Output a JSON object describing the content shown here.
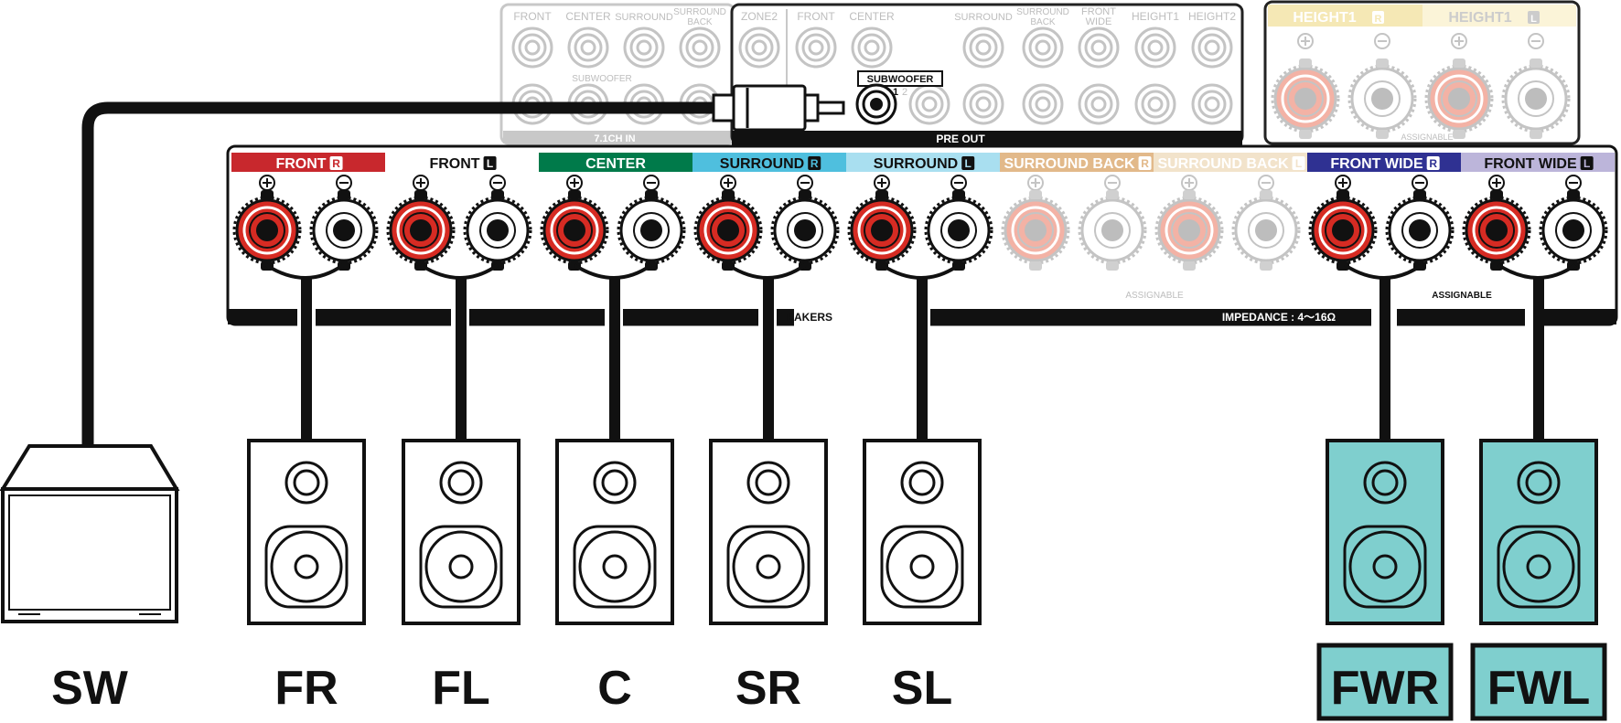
{
  "preout": {
    "in71_headers": [
      "FRONT",
      "CENTER",
      "SURROUND",
      "SURROUND",
      "BACK"
    ],
    "in71_sub": "SUBWOOFER",
    "in71_label": "7.1CH IN",
    "headers": [
      "ZONE2",
      "FRONT",
      "CENTER",
      "SURROUND",
      "SURROUND",
      "BACK",
      "FRONT",
      "WIDE",
      "HEIGHT1",
      "HEIGHT2"
    ],
    "sub_label": "SUBWOOFER",
    "sub_nums": [
      "1",
      "2"
    ],
    "label": "PRE OUT"
  },
  "height_block": {
    "labels": [
      "HEIGHT1",
      "HEIGHT1"
    ],
    "badges": [
      "R",
      "L"
    ],
    "assignable": "ASSIGNABLE"
  },
  "terminals": [
    {
      "label": "FRONT",
      "badge": "R",
      "color": "#c8282d",
      "faded": false
    },
    {
      "label": "FRONT",
      "badge": "L",
      "color": "#ffffff",
      "faded": false
    },
    {
      "label": "CENTER",
      "badge": "",
      "color": "#007a4a",
      "faded": false
    },
    {
      "label": "SURROUND",
      "badge": "R",
      "color": "#4fbfde",
      "faded": false
    },
    {
      "label": "SURROUND",
      "badge": "L",
      "color": "#a9dff0",
      "faded": false
    },
    {
      "label": "SURROUND BACK",
      "badge": "R",
      "color": "#e2b98a",
      "faded": true
    },
    {
      "label": "SURROUND BACK",
      "badge": "L",
      "color": "#f2e3cb",
      "faded": true
    },
    {
      "label": "FRONT WIDE",
      "badge": "R",
      "color": "#2f3192",
      "faded": false
    },
    {
      "label": "FRONT WIDE",
      "badge": "L",
      "color": "#bcb5da",
      "faded": false
    }
  ],
  "panel": {
    "speakers_label": "EAKERS",
    "impedance": "IMPEDANCE : 4～16Ω",
    "assignable_1": "ASSIGNABLE",
    "assignable_2": "ASSIGNABLE"
  },
  "speakers": [
    "SW",
    "FR",
    "FL",
    "C",
    "SR",
    "SL",
    "FWR",
    "FWL"
  ],
  "colors": {
    "positive": "#d62b23",
    "teal": "#7fcfce",
    "faded": "#c0c0c0"
  }
}
